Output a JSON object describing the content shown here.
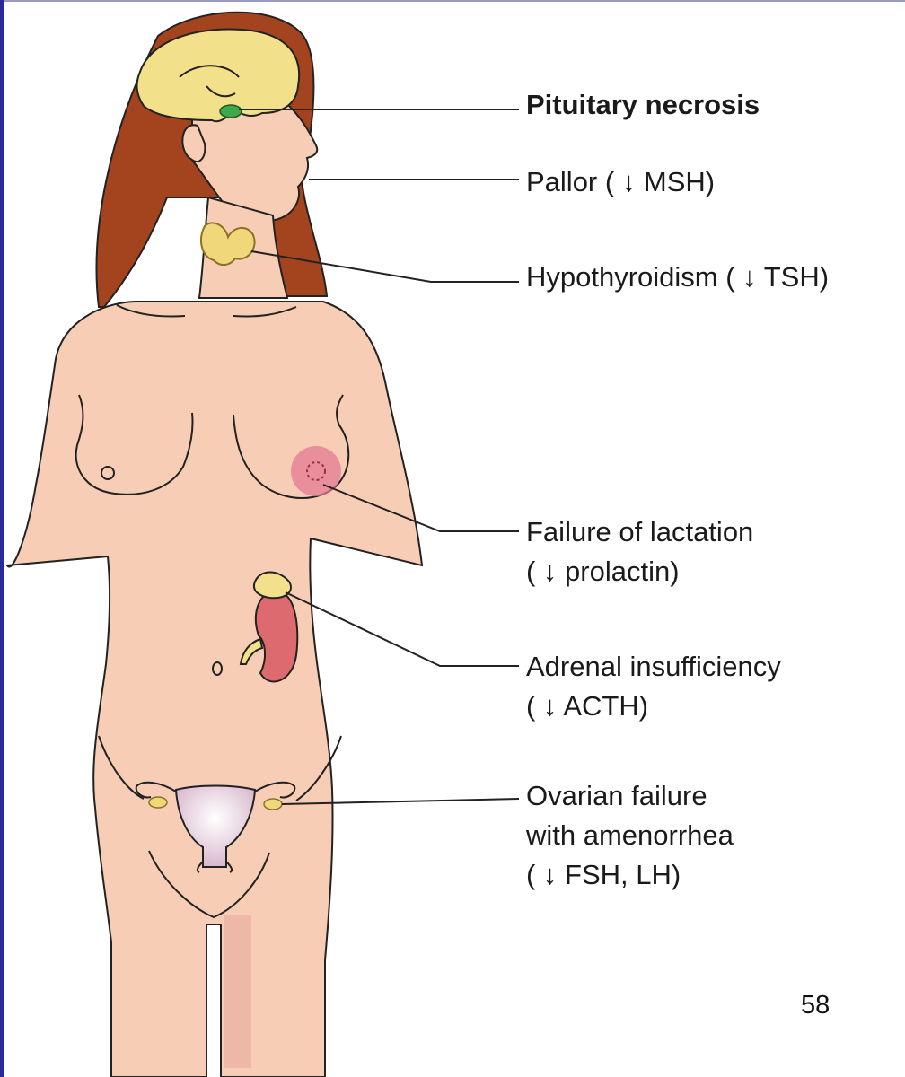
{
  "labels": {
    "pituitary": "Pituitary necrosis",
    "pallor": "Pallor ( ↓ MSH)",
    "hypothyroidism": "Hypothyroidism ( ↓ TSH)",
    "lactation_1": "Failure of lactation",
    "lactation_2": "( ↓ prolactin)",
    "adrenal_1": "Adrenal insufficiency",
    "adrenal_2": "( ↓ ACTH)",
    "ovarian_1": "Ovarian failure",
    "ovarian_2": "with amenorrhea",
    "ovarian_3": "( ↓ FSH, LH)"
  },
  "page_number": "58",
  "colors": {
    "skin": "#f7cdb6",
    "hair": "#a4441e",
    "brain": "#f3e08a",
    "pituitary": "#3fa84a",
    "thyroid": "#f0d77a",
    "breast_lesion": "#e47a92",
    "kidney": "#dd6a6e",
    "adrenal": "#f3e08a",
    "uterus": "#e8d6e2",
    "outline": "#222222"
  }
}
